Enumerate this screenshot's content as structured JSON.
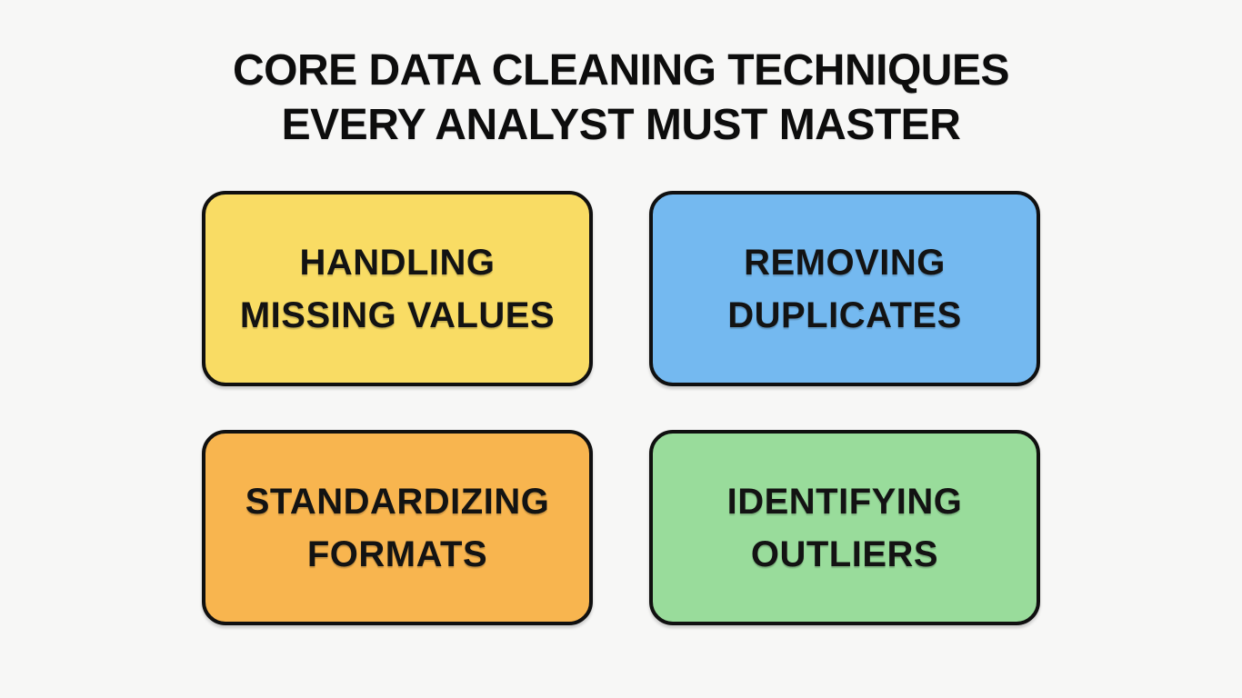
{
  "page": {
    "background_color": "#f7f7f6",
    "text_color": "#0d0d0d"
  },
  "title": {
    "line1": "CORE DATA CLEANING TECHNIQUES",
    "line2": "EVERY ANALYST MUST MASTER"
  },
  "cards": [
    {
      "id": "handling-missing-values",
      "lines": [
        "HANDLING",
        "MISSING VALUES"
      ],
      "fill_color": "#f9dc64",
      "border_color": "#101010"
    },
    {
      "id": "removing-duplicates",
      "lines": [
        "REMOVING",
        "DUPLICATES"
      ],
      "fill_color": "#74b9f0",
      "border_color": "#101010"
    },
    {
      "id": "standardizing-formats",
      "lines": [
        "STANDARDIZING",
        "FORMATS"
      ],
      "fill_color": "#f8b54f",
      "border_color": "#101010"
    },
    {
      "id": "identifying-outliers",
      "lines": [
        "IDENTIFYING",
        "OUTLIERS"
      ],
      "fill_color": "#99dc9b",
      "border_color": "#101010"
    }
  ]
}
